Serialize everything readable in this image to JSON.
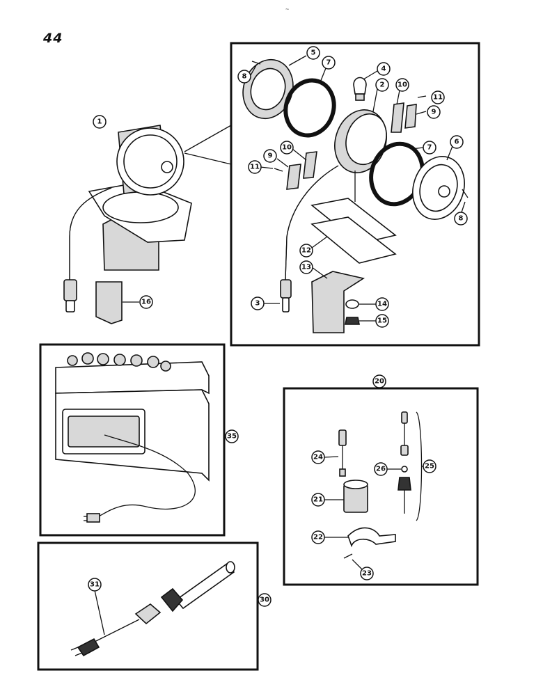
{
  "page_number": "44",
  "top_mark": "~",
  "callouts": {
    "c1": "1",
    "c2": "2",
    "c3": "3",
    "c4": "4",
    "c5": "5",
    "c6": "6",
    "c7a": "7",
    "c7b": "7",
    "c8a": "8",
    "c8b": "8",
    "c9a": "9",
    "c9b": "9",
    "c10a": "10",
    "c10b": "10",
    "c11a": "11",
    "c11b": "11",
    "c12": "12",
    "c13": "13",
    "c14": "14",
    "c15": "15",
    "c16": "16",
    "c20": "20",
    "c21": "21",
    "c22": "22",
    "c23": "23",
    "c24": "24",
    "c25": "25",
    "c26": "26",
    "c30": "30",
    "c31": "31",
    "c35": "35"
  }
}
